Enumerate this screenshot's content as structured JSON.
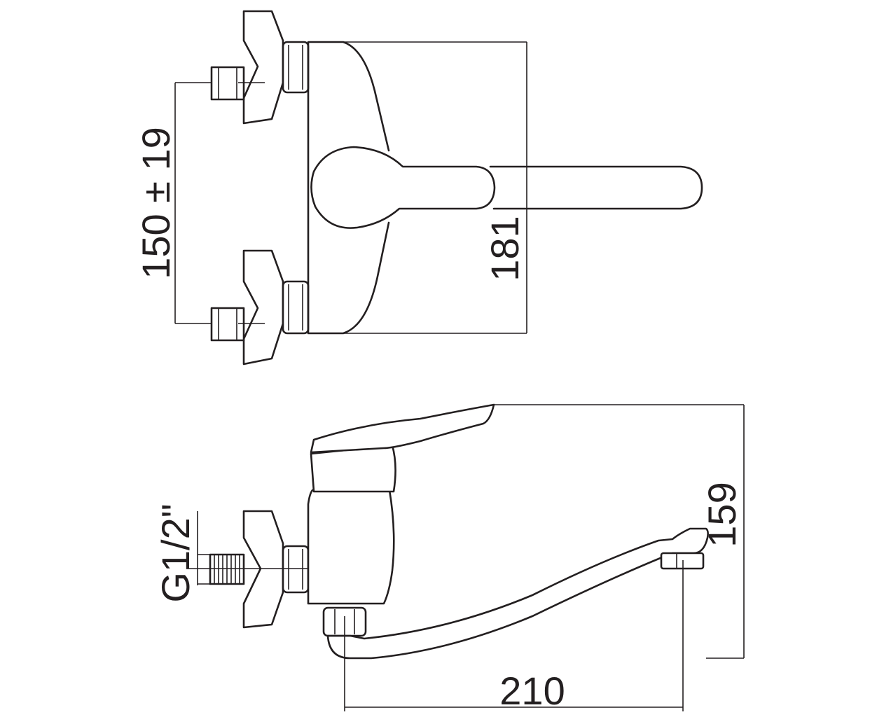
{
  "dimensions": {
    "inlet_spacing": "150 ± 19",
    "body_height": "181",
    "overall_height": "159",
    "spout_reach": "210",
    "thread_size": "G1/2\""
  }
}
